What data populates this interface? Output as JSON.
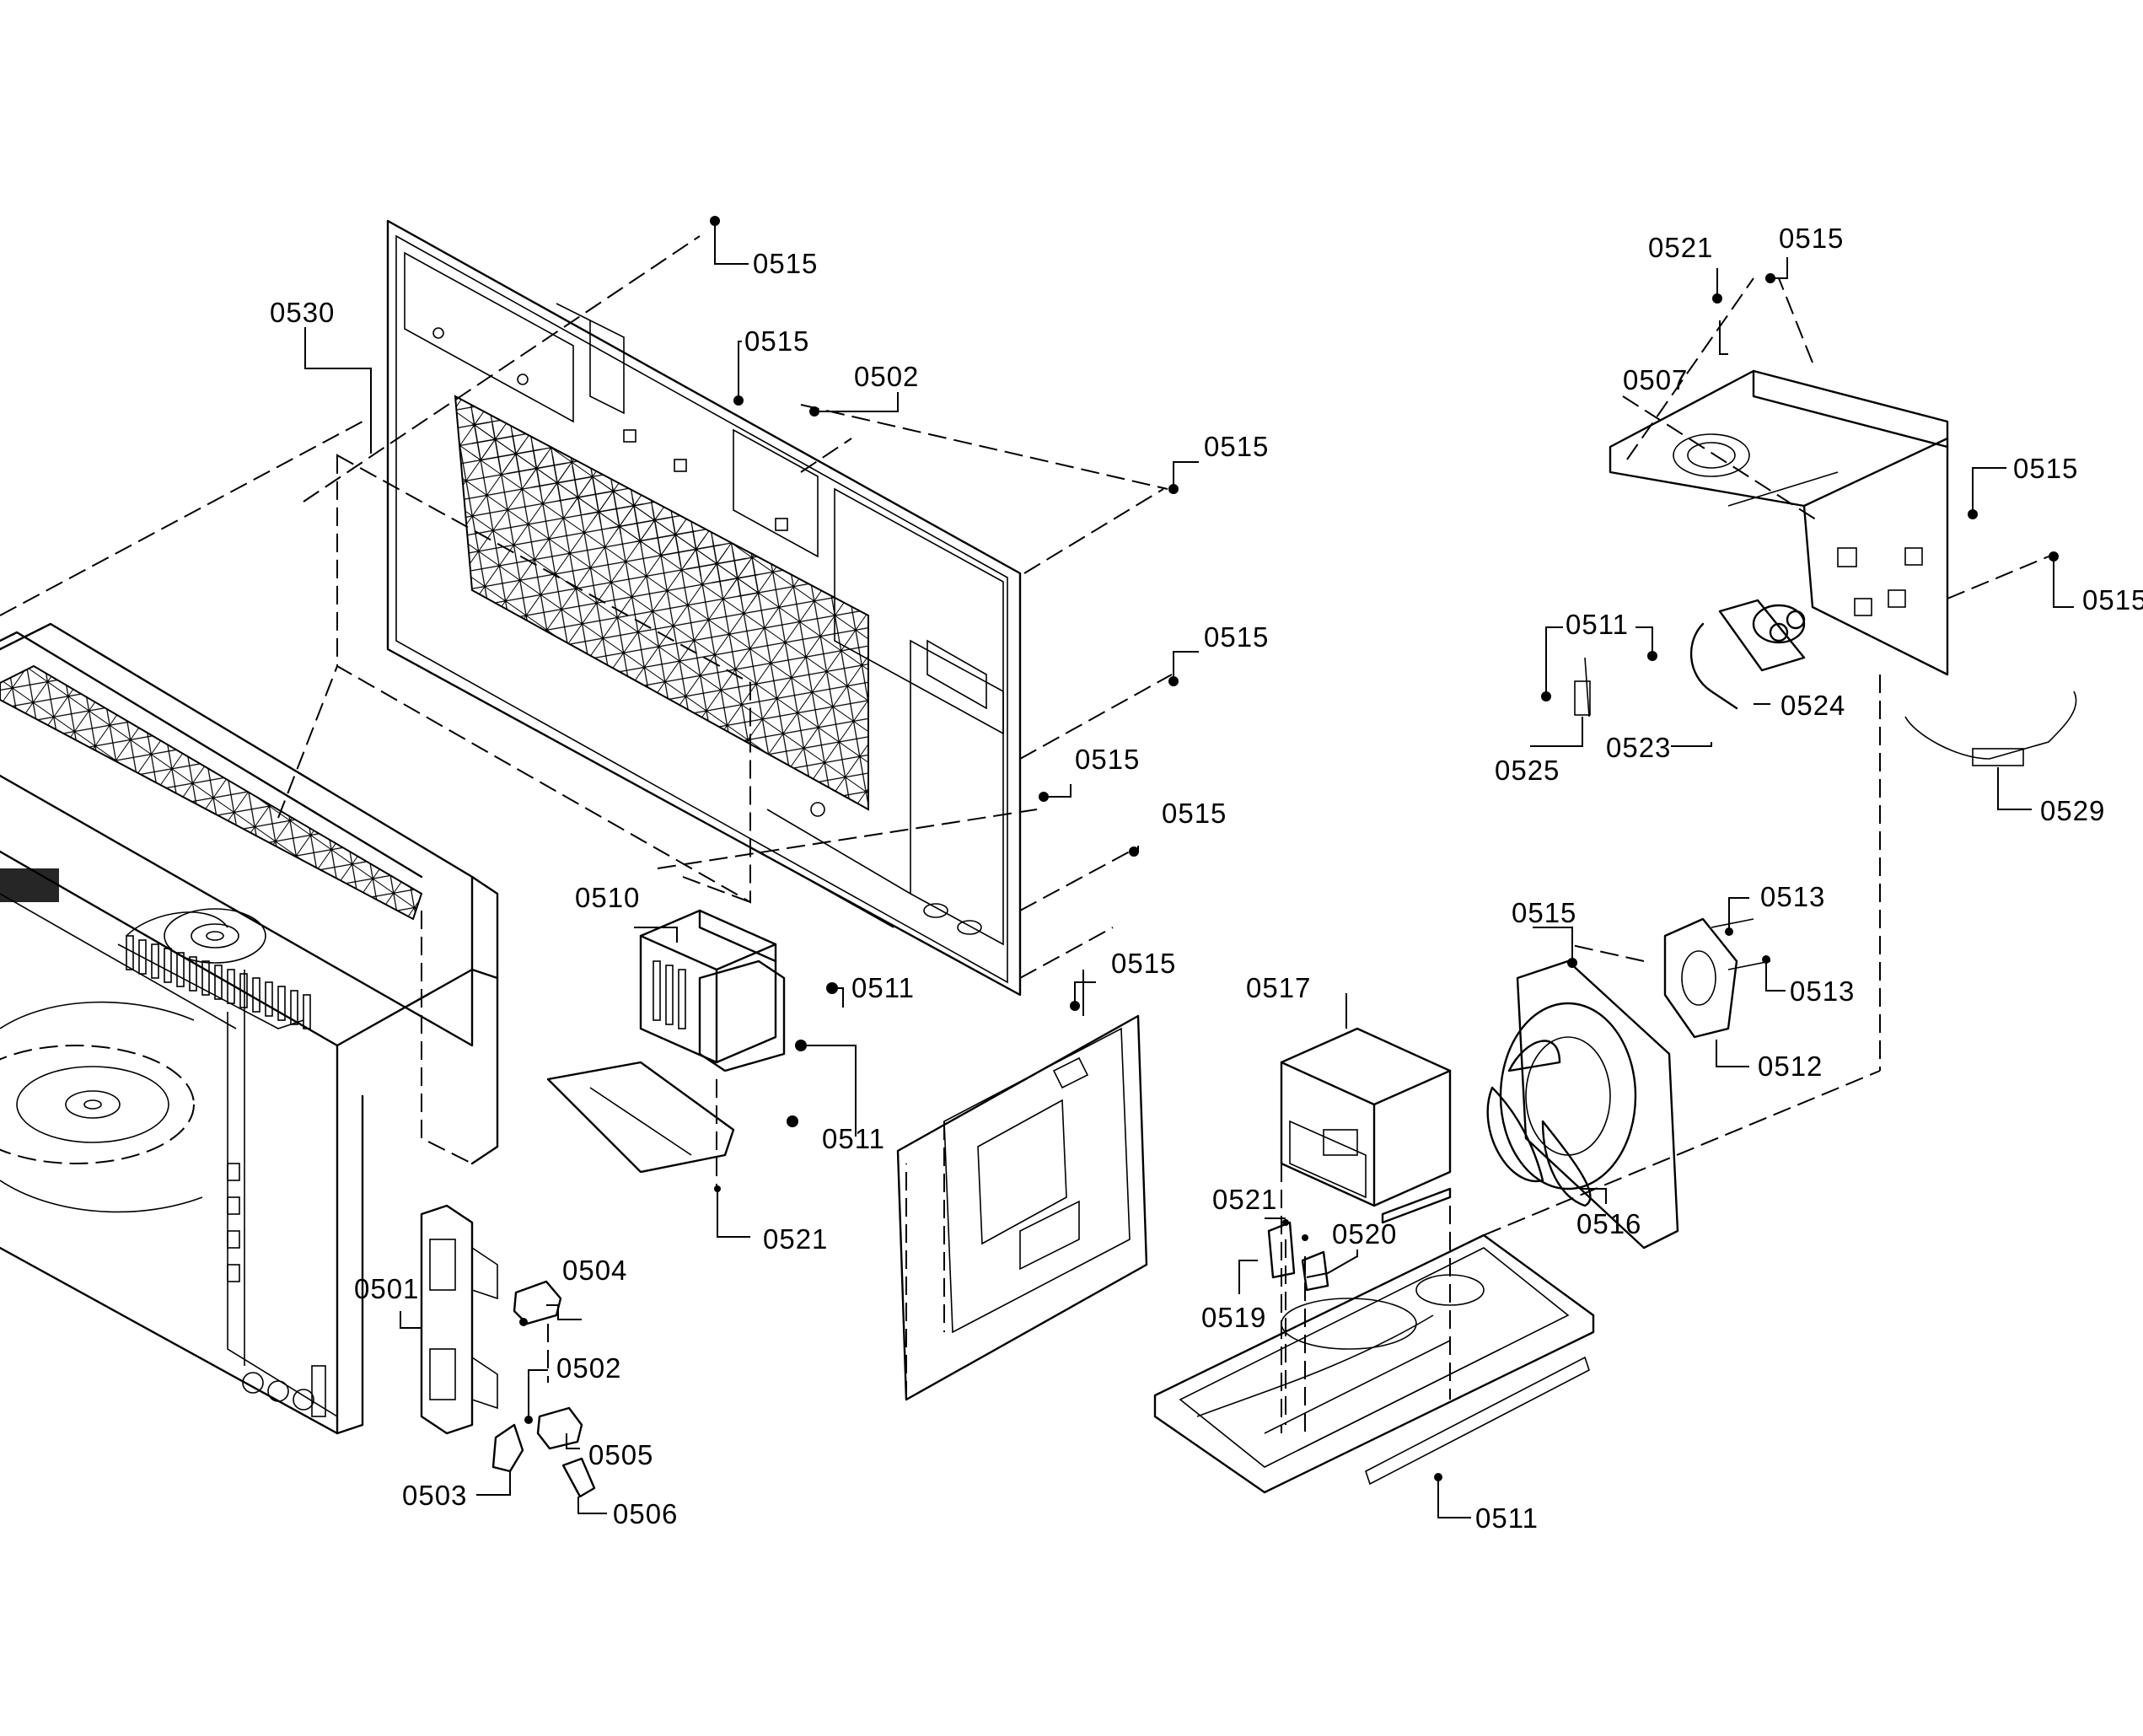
{
  "figure": {
    "labels": [
      "0515",
      "0530",
      "0515",
      "0502",
      "0515",
      "0515",
      "0515",
      "0515",
      "0510",
      "0511",
      "0511",
      "0521",
      "0515",
      "0504",
      "0501",
      "0502",
      "0505",
      "0503",
      "0506",
      "0521",
      "0515",
      "0507",
      "0515",
      "0515",
      "0511",
      "0524",
      "0523",
      "0525",
      "0529",
      "0513",
      "0515",
      "0513",
      "0517",
      "0512",
      "0516",
      "0521",
      "0520",
      "0519",
      "0511"
    ]
  }
}
